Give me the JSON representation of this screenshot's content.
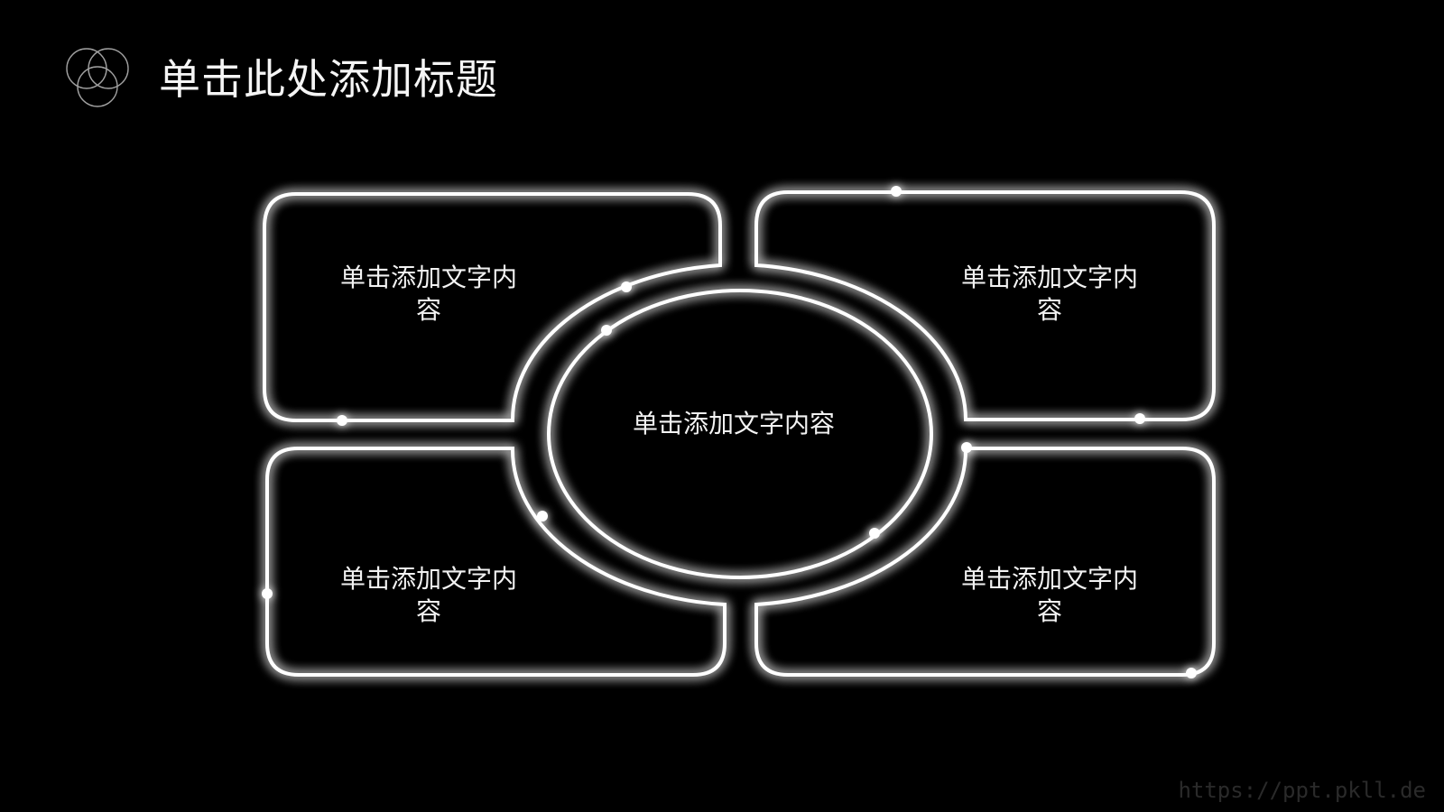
{
  "slide": {
    "title": "单击此处添加标题",
    "watermark": "https://ppt.pkll.de"
  },
  "diagram": {
    "center": {
      "text": "单击添加文字内容"
    },
    "boxes": [
      {
        "id": "top-left",
        "text": "单击添加文字内容"
      },
      {
        "id": "top-right",
        "text": "单击添加文字内容"
      },
      {
        "id": "bottom-left",
        "text": "单击添加文字内容"
      },
      {
        "id": "bottom-right",
        "text": "单击添加文字内容"
      }
    ]
  },
  "colors": {
    "background": "#000000",
    "line": "#ffffff",
    "glow": "#ffffff"
  },
  "icons": [
    "logo-rings-icon"
  ]
}
